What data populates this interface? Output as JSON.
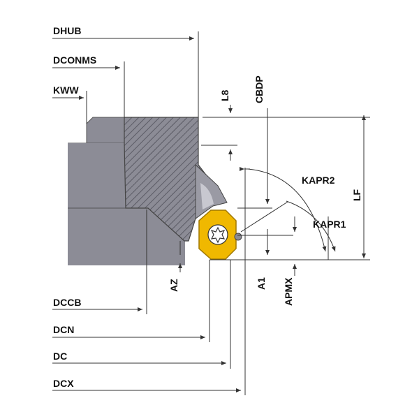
{
  "labels": {
    "dhub": "DHUB",
    "dconms": "DCONMS",
    "kww": "KWW",
    "l8": "L8",
    "cbdp": "CBDP",
    "kapr2": "KAPR2",
    "kapr1": "KAPR1",
    "lf": "LF",
    "az": "AZ",
    "a1": "A1",
    "apmx": "APMX",
    "dccb": "DCCB",
    "dcn": "DCN",
    "dc": "DC",
    "dcx": "DCX"
  },
  "colors": {
    "body": "#8c8c96",
    "body_dark": "#6e6e78",
    "insert": "#f0b800",
    "insert_edge": "#a07800",
    "line": "#333333",
    "hatch": "#555560"
  }
}
